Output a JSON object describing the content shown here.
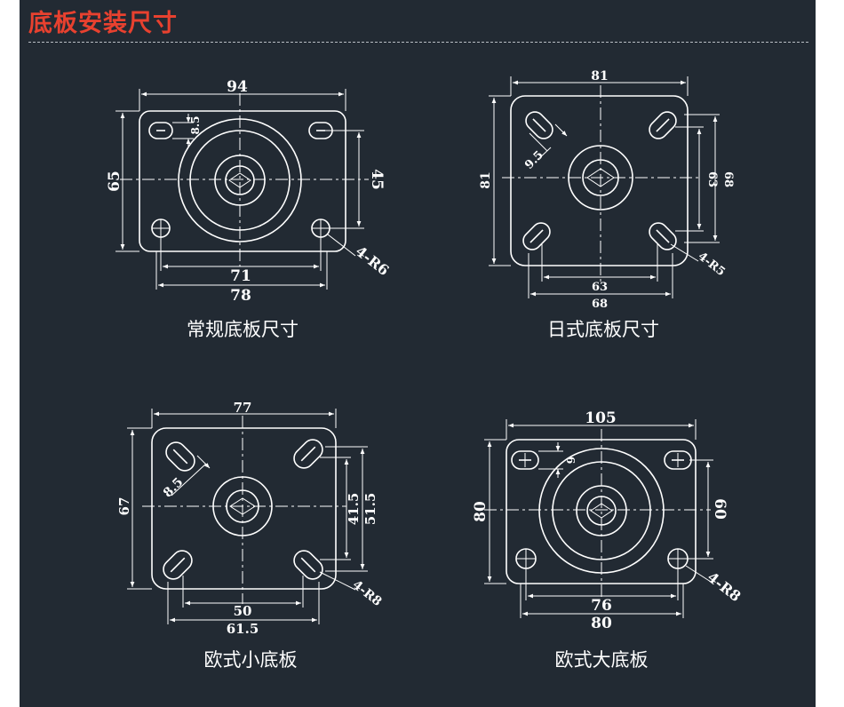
{
  "header": {
    "title": "底板安装尺寸"
  },
  "plates": [
    {
      "caption": "常规底板尺寸",
      "dims": {
        "width_top": "94",
        "height_left": "65",
        "hole_pitch_right": "45",
        "hole_pitch_bottom": "71",
        "width_bottom": "78",
        "slot_length": "8.5",
        "hole_note": "4-R6"
      }
    },
    {
      "caption": "日式底板尺寸",
      "dims": {
        "width_top": "81",
        "height_left": "81",
        "slot_length": "9.5",
        "hole_pitch_right_inner": "63",
        "hole_pitch_right_outer": "68",
        "hole_pitch_bottom_inner": "63",
        "hole_pitch_bottom_outer": "68",
        "hole_note": "4-R5"
      }
    },
    {
      "caption": "欧式小底板",
      "dims": {
        "width_top": "77",
        "height_left": "67",
        "slot_length": "8.5",
        "hole_pitch_right_inner": "41.5",
        "hole_pitch_right_outer": "51.5",
        "hole_pitch_bottom_inner": "50",
        "hole_pitch_bottom_outer": "61.5",
        "hole_note": "4-R8"
      }
    },
    {
      "caption": "欧式大底板",
      "dims": {
        "width_top": "105",
        "height_left": "80",
        "slot_length": "6",
        "hole_pitch_right": "60",
        "hole_pitch_bottom_inner": "76",
        "hole_pitch_bottom_outer": "80",
        "hole_note": "4-R8"
      }
    }
  ]
}
